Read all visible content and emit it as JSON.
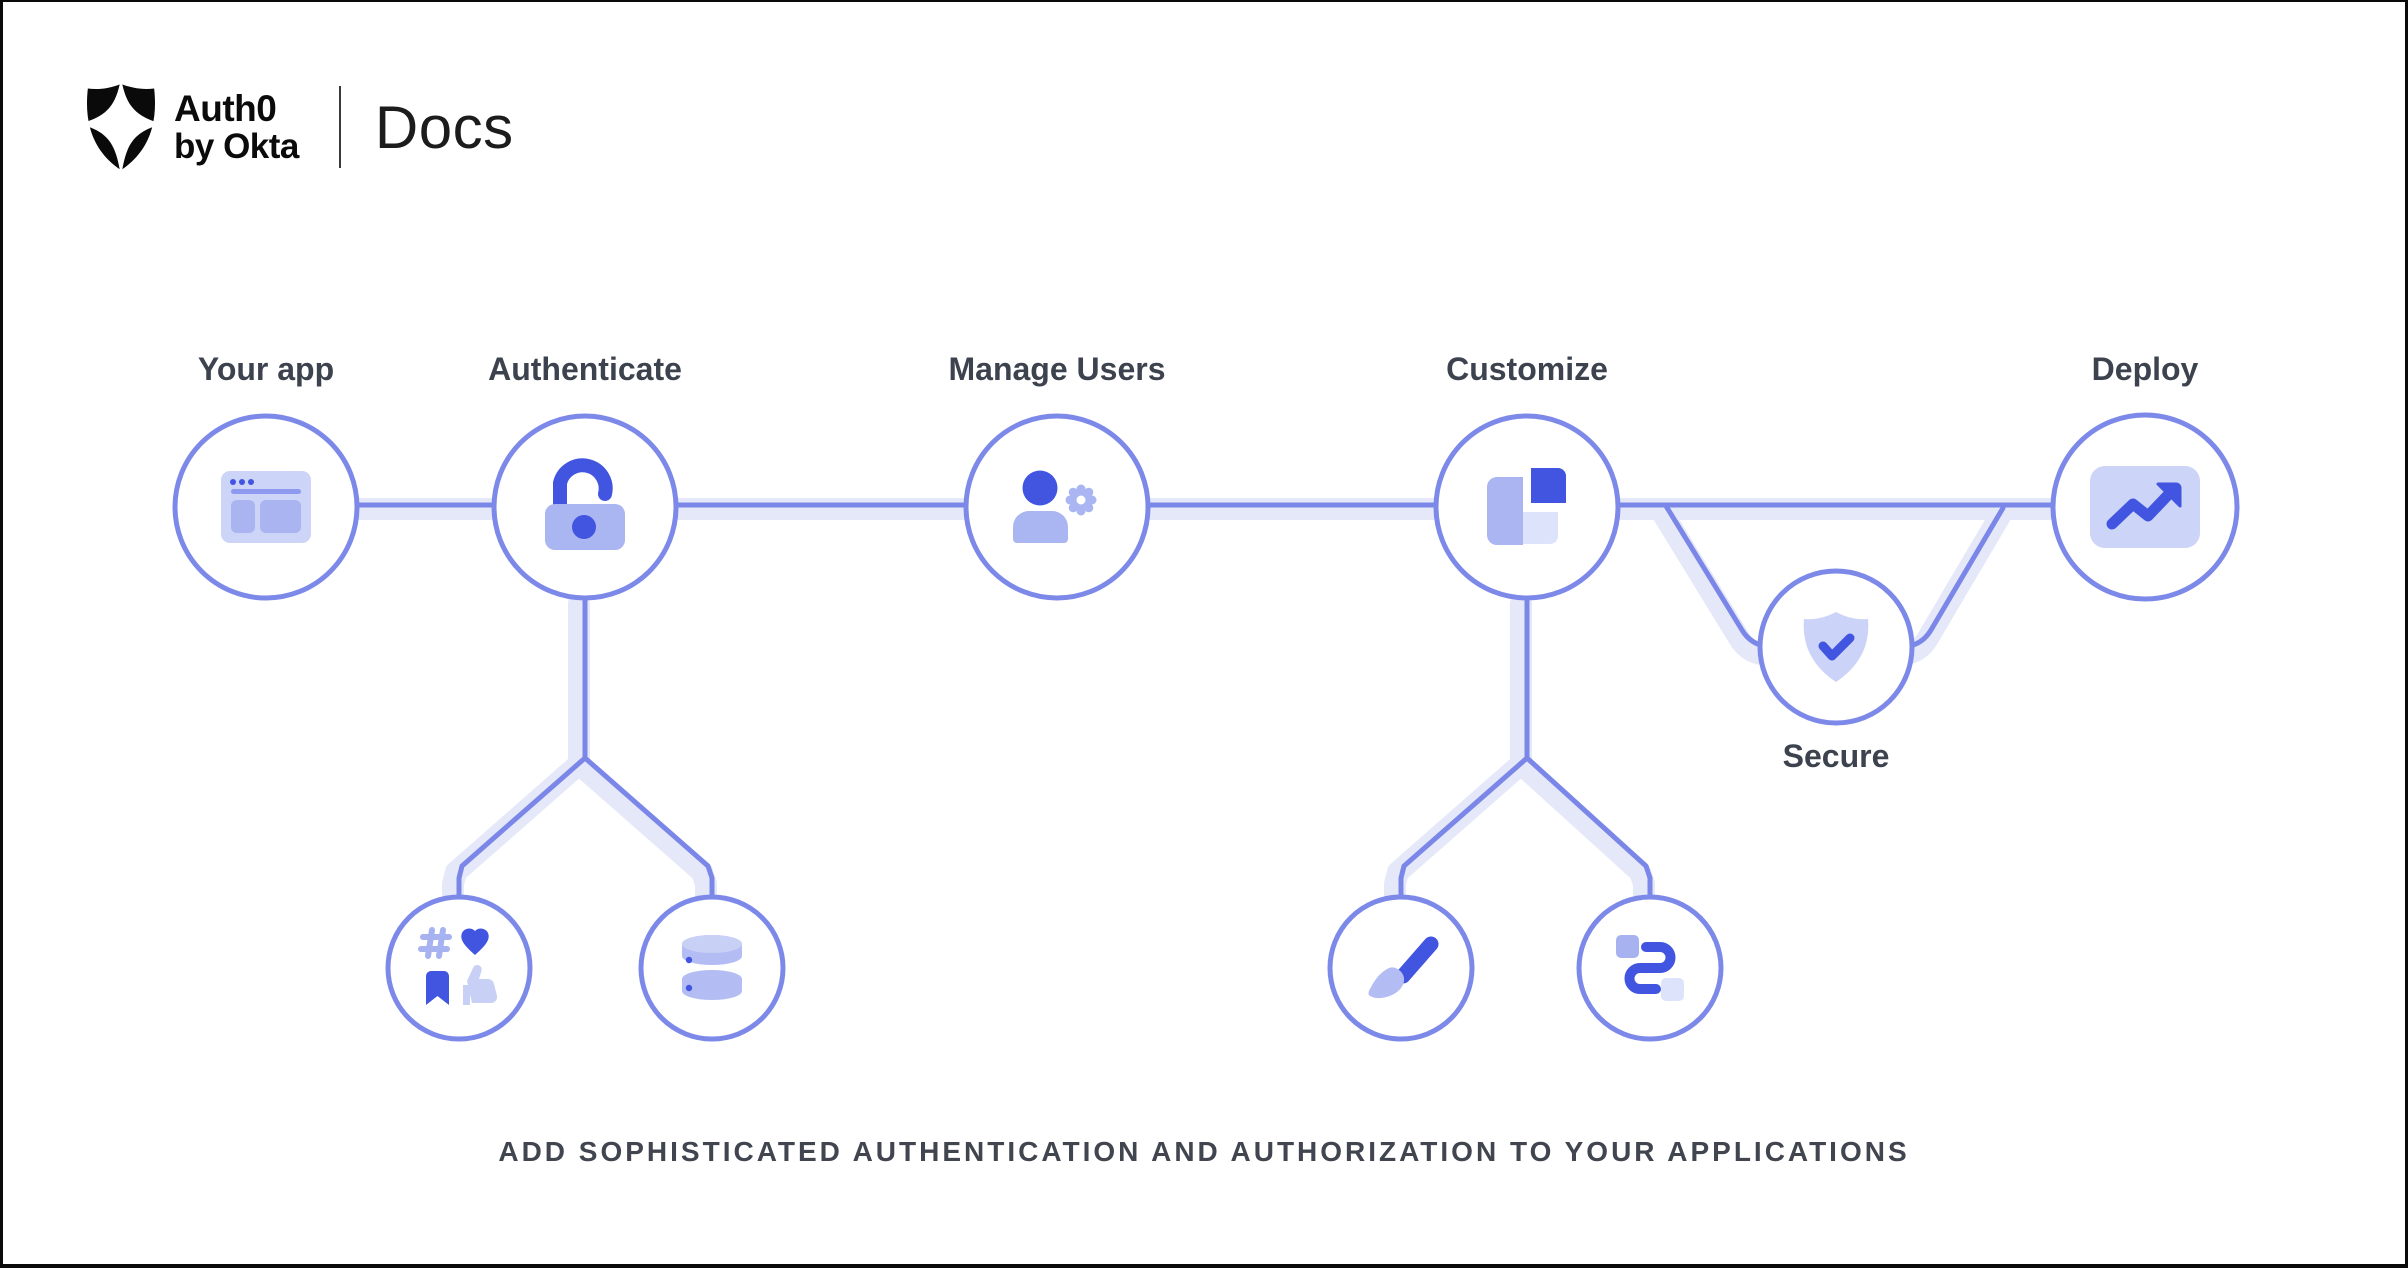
{
  "header": {
    "brand_name": "Auth0",
    "brand_sub": "by Okta",
    "product": "Docs"
  },
  "diagram": {
    "nodes": [
      {
        "id": "your-app",
        "label": "Your app",
        "icon": "browser-window"
      },
      {
        "id": "authenticate",
        "label": "Authenticate",
        "icon": "open-padlock"
      },
      {
        "id": "manage-users",
        "label": "Manage Users",
        "icon": "user-gear"
      },
      {
        "id": "customize",
        "label": "Customize",
        "icon": "layout-blocks"
      },
      {
        "id": "secure",
        "label": "Secure",
        "icon": "shield-check"
      },
      {
        "id": "deploy",
        "label": "Deploy",
        "icon": "trend-up-chart"
      }
    ],
    "sub_nodes": [
      {
        "id": "social-login",
        "parent": "authenticate",
        "icon": "hash-heart-bookmark-like"
      },
      {
        "id": "user-database",
        "parent": "authenticate",
        "icon": "database"
      },
      {
        "id": "branding",
        "parent": "customize",
        "icon": "paintbrush"
      },
      {
        "id": "actions",
        "parent": "customize",
        "icon": "connector-flow"
      }
    ],
    "edges": [
      [
        "your-app",
        "authenticate"
      ],
      [
        "authenticate",
        "manage-users"
      ],
      [
        "manage-users",
        "customize"
      ],
      [
        "customize",
        "deploy"
      ],
      [
        "customize",
        "secure"
      ],
      [
        "secure",
        "deploy"
      ],
      [
        "authenticate",
        "social-login"
      ],
      [
        "authenticate",
        "user-database"
      ],
      [
        "customize",
        "branding"
      ],
      [
        "customize",
        "actions"
      ]
    ]
  },
  "tagline": "ADD SOPHISTICATED AUTHENTICATION AND AUTHORIZATION TO YOUR APPLICATIONS",
  "colors": {
    "accent_dark": "#4155e0",
    "accent_mid": "#aab5f1",
    "accent_light": "#ccd4f8",
    "accent_lighter": "#dde3fb",
    "connector_line": "#7b87e8",
    "connector_band": "#e5e8f8",
    "circle_border": "#7d89e9",
    "label_text": "#3d434e",
    "logo_black": "#0a0a0a"
  }
}
